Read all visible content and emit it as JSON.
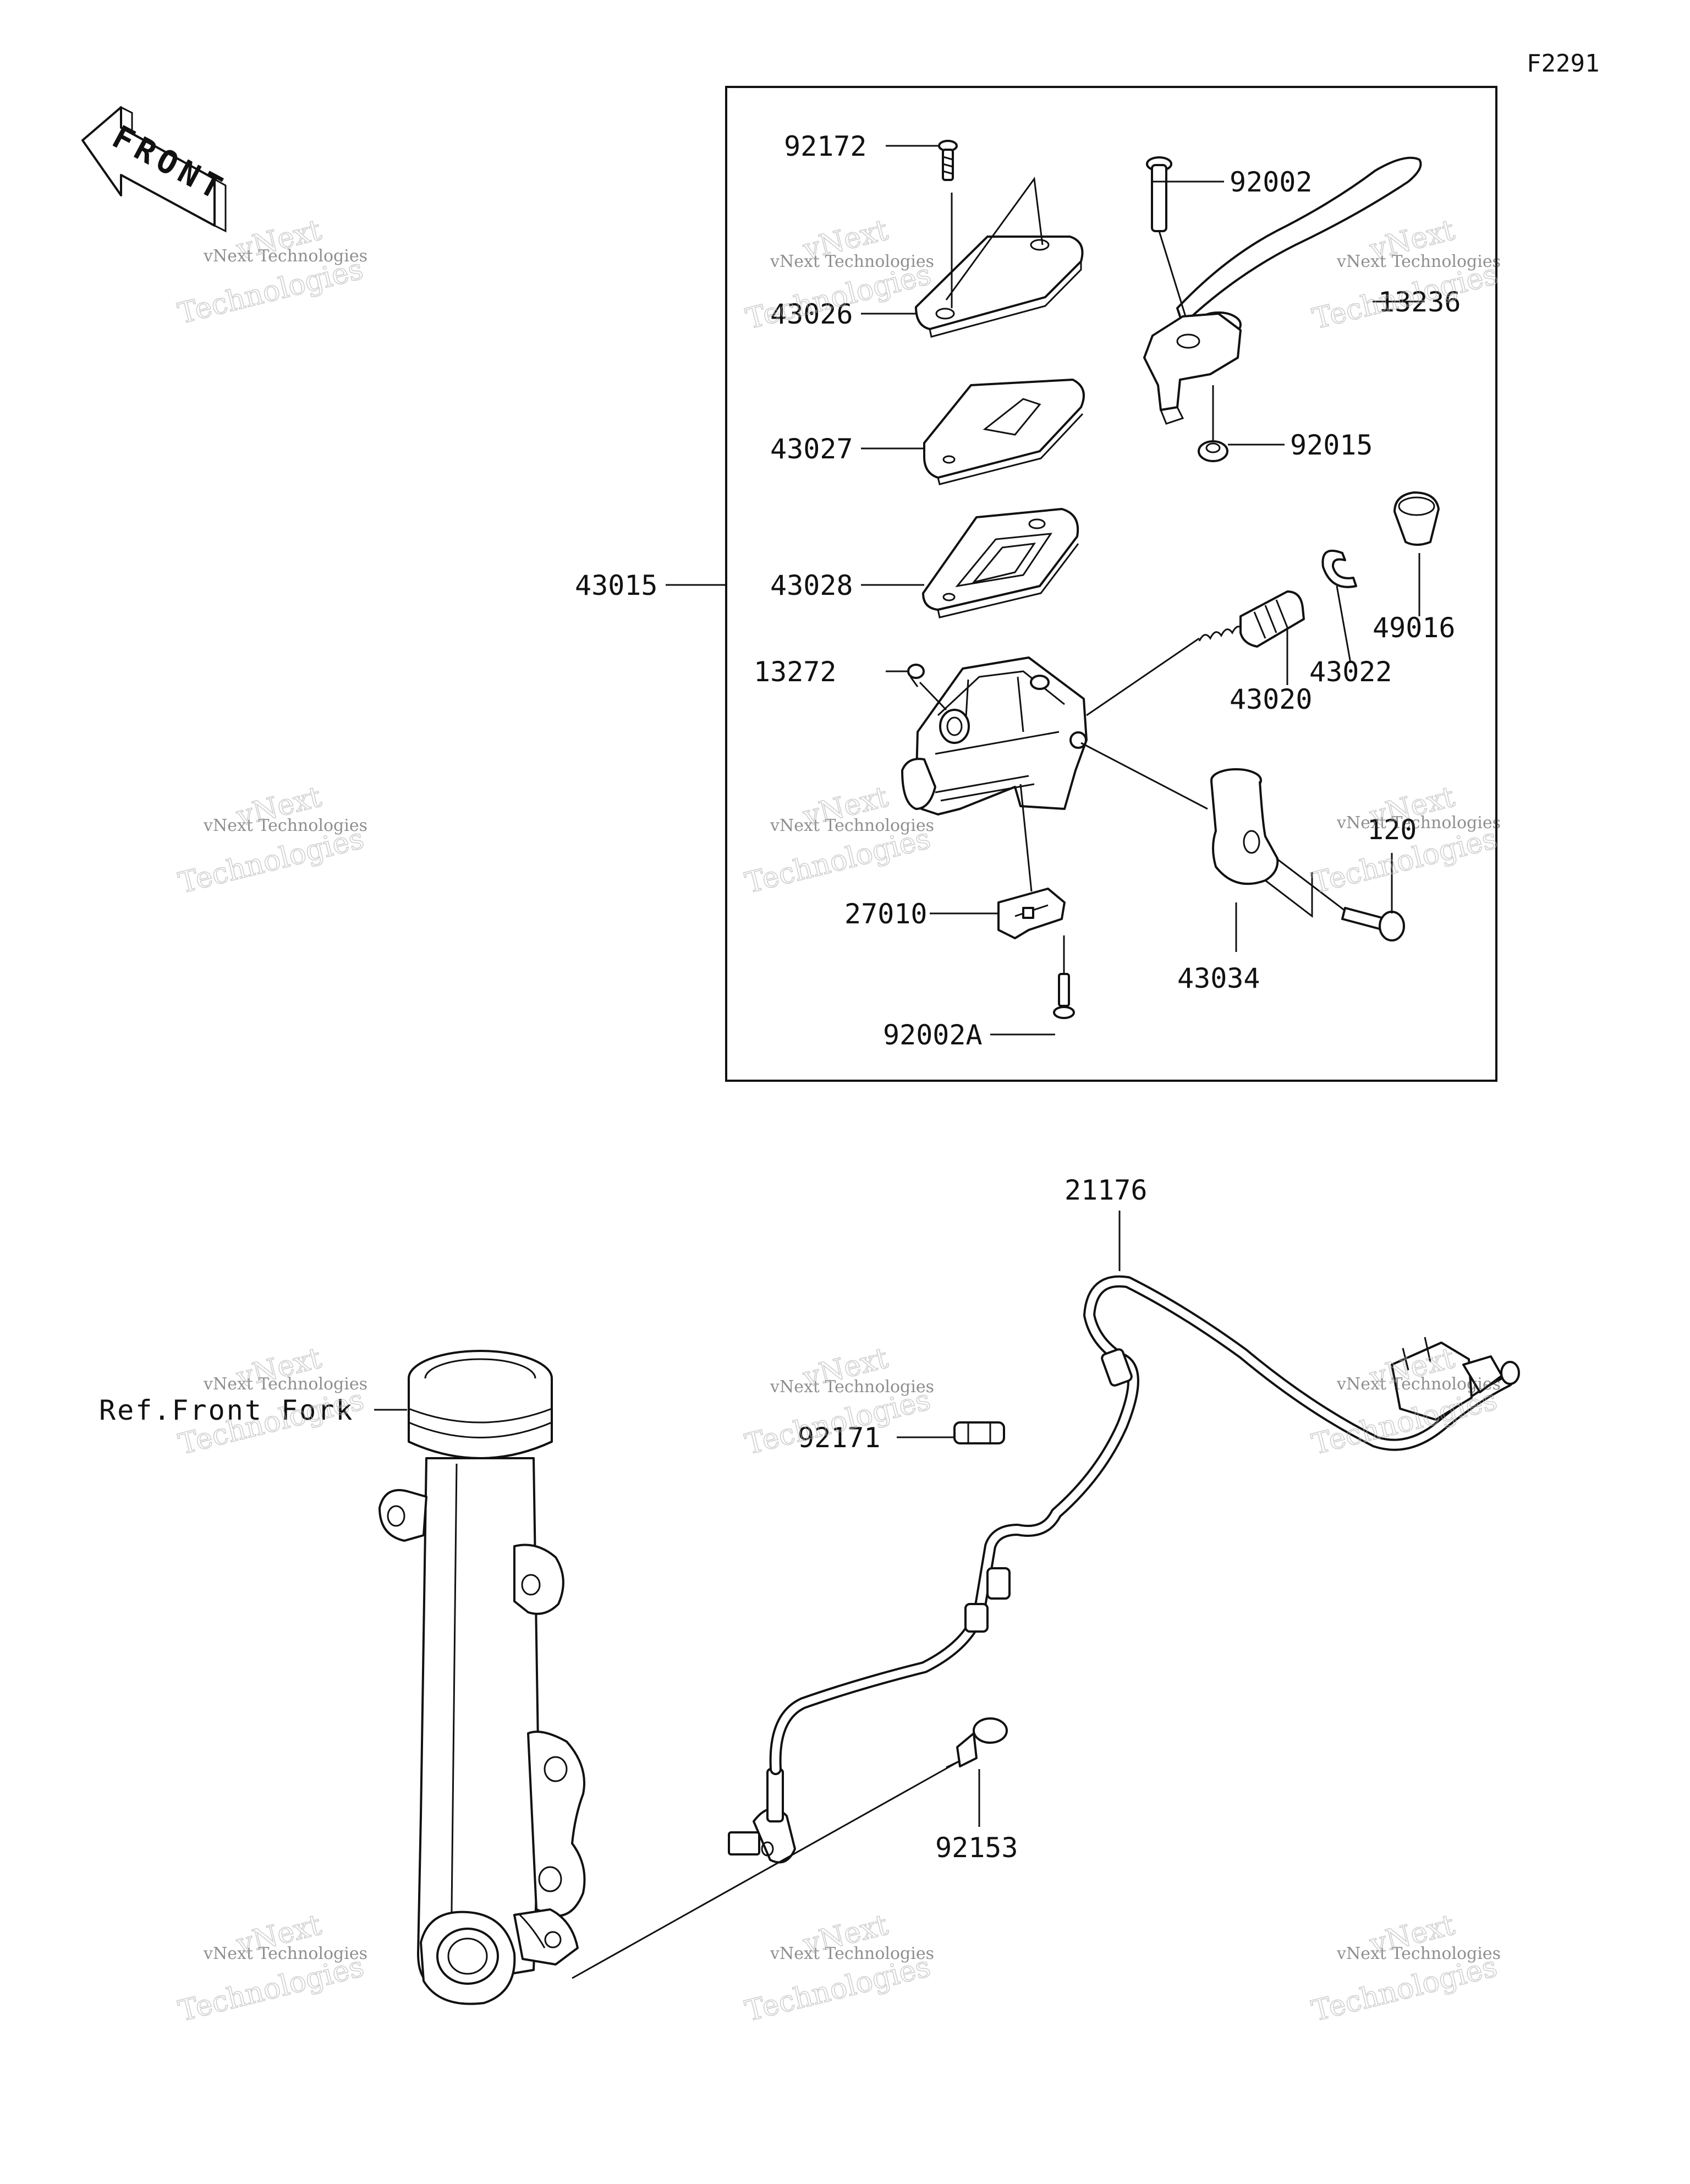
{
  "diagram_code": "F2291",
  "front_marker": "FRONT",
  "ref_label": "Ref.Front Fork",
  "watermark": {
    "line1": "vNext Technologies",
    "line2": "vNext",
    "line3": "Technologies"
  },
  "parts": {
    "p92172": "92172",
    "p43026": "43026",
    "p43027": "43027",
    "p43028": "43028",
    "p43015": "43015",
    "p13272": "13272",
    "p27010": "27010",
    "p92002a": "92002A",
    "p92002": "92002",
    "p13236": "13236",
    "p92015": "92015",
    "p49016": "49016",
    "p43022": "43022",
    "p43020": "43020",
    "p120": "120",
    "p43034": "43034",
    "p21176": "21176",
    "p92171": "92171",
    "p92153": "92153"
  }
}
